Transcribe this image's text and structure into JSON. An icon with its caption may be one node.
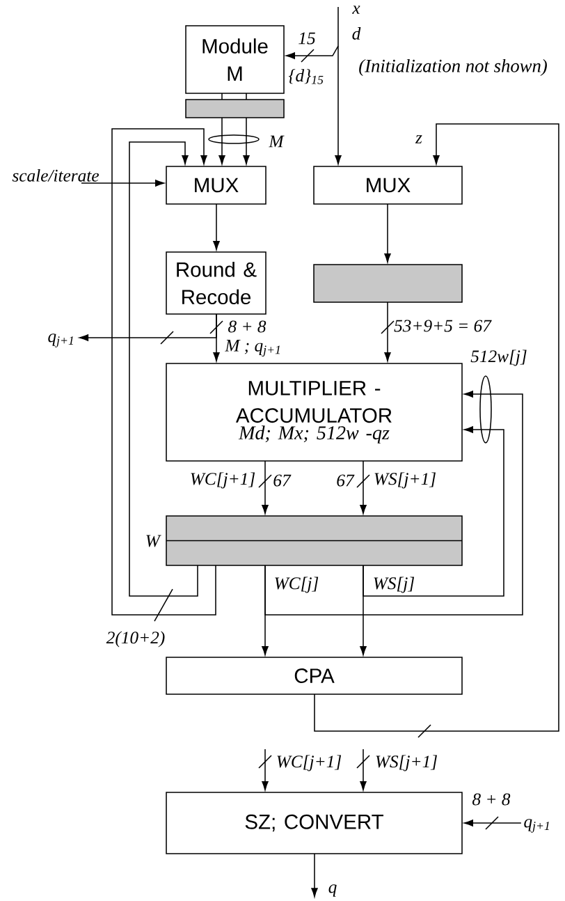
{
  "diagram": {
    "nodes": [
      {
        "text": [
          "Module M"
        ]
      },
      {
        "text": [],
        "shape": "bar"
      },
      {
        "text": [
          "MUX"
        ]
      },
      {
        "text": [
          "MUX"
        ]
      },
      {
        "text": [
          "Round & Recode"
        ]
      },
      {
        "text": [],
        "shape": "bar"
      },
      {
        "text": [
          "MULTIPLIER - ACCUMULATOR",
          "Md; Mx; 512w -qz"
        ]
      },
      {
        "text": [],
        "shape": "bar",
        "beside": [
          "W"
        ]
      },
      {
        "text": [
          "CPA"
        ]
      },
      {
        "text": [
          "SZ; CONVERT"
        ]
      },
      {
        "text": [
          "scale/iterate"
        ]
      },
      {
        "text": [
          "q$_{j+1}$"
        ]
      },
      {
        "text": [
          "q"
        ]
      },
      {
        "text": [
          "q$_{j+1}$"
        ]
      }
    ],
    "edges": [
      {
        "from": null,
        "to": 3,
        "arrow": "to"
      },
      {
        "from": null,
        "to": 0,
        "arrow": "to",
        "label": "15"
      },
      {
        "from": 0,
        "to": 1,
        "arrow": "none"
      },
      {
        "from": 0,
        "to": 1,
        "arrow": "none"
      },
      {
        "from": 1,
        "to": 2,
        "arrow": "to"
      },
      {
        "from": 1,
        "to": 2,
        "arrow": "to"
      },
      {
        "from": 7,
        "to": 2,
        "arrow": "to"
      },
      {
        "from": 7,
        "to": 2,
        "arrow": "to"
      },
      {
        "from": 10,
        "to": 2,
        "arrow": "to"
      },
      {
        "from": 2,
        "to": 4,
        "arrow": "to"
      },
      {
        "from": 4,
        "to": 6,
        "arrow": "to"
      },
      {
        "from": 4,
        "to": 11,
        "arrow": "to"
      },
      {
        "from": 3,
        "to": 5,
        "arrow": "to"
      },
      {
        "from": 5,
        "to": 6,
        "arrow": "to",
        "label": "53+9+5 = 67"
      },
      {
        "from": 6,
        "to": 7,
        "arrow": "to"
      },
      {
        "from": 6,
        "to": 7,
        "arrow": "to"
      },
      {
        "from": 7,
        "to": 6,
        "arrow": "to"
      },
      {
        "from": 7,
        "to": 6,
        "arrow": "to"
      },
      {
        "from": 7,
        "to": 8,
        "arrow": "to",
        "label": "WC[j]"
      },
      {
        "from": 7,
        "to": 8,
        "arrow": "to",
        "label": "WS[j]"
      },
      {
        "from": 8,
        "to": 3,
        "arrow": "to",
        "label": "z"
      },
      {
        "from": null,
        "to": 9,
        "arrow": "to",
        "label": "WC[j+1]"
      },
      {
        "from": null,
        "to": 9,
        "arrow": "to",
        "label": "WS[j+1]"
      },
      {
        "from": 13,
        "to": 9,
        "arrow": "to"
      },
      {
        "from": 9,
        "to": 12,
        "arrow": "to"
      }
    ],
    "labels": [
      "x",
      "d",
      "{d}$_{15}$",
      "(Initialization not shown)",
      "M",
      "8 + 8",
      "M ; q$_{j+1}$",
      "512w[j]",
      "WC[j+1]",
      "67",
      "67",
      "WS[j+1]",
      "2(10+2)",
      "8 + 8"
    ]
  }
}
